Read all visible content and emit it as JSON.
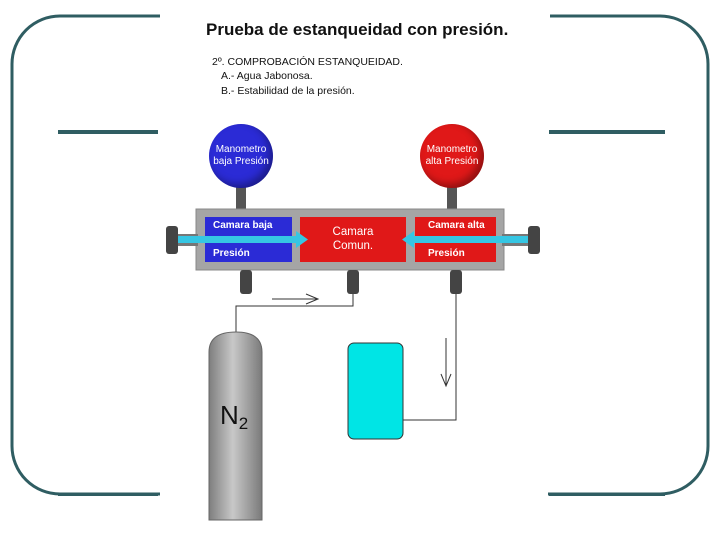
{
  "title": "Prueba de estanqueidad con presión.",
  "subtitle": {
    "heading": "2º. COMPROBACIÓN ESTANQUEIDAD.",
    "items": [
      "A.- Agua Jabonosa.",
      "B.- Estabilidad de la presión."
    ]
  },
  "gauges": {
    "low": {
      "label": "Manometro baja Presión",
      "color": "#2b2bd6"
    },
    "high": {
      "label": "Manometro alta Presión",
      "color": "#e01818"
    }
  },
  "manifold": {
    "low_top": "Camara baja",
    "low_bottom": "Presión",
    "center": "Camara Comun.",
    "high_top": "Camara alta",
    "high_bottom": "Presión"
  },
  "cylinder": {
    "symbol": "N",
    "subscript": "2"
  },
  "colors": {
    "frame": "#2f5d62",
    "manifold": "#a5a5a5",
    "low_chamber": "#2b2bd6",
    "center_chamber": "#e01818",
    "high_chamber": "#e01818",
    "flow_arrow": "#36c6e3",
    "tank": "#00e5e5",
    "cylinder": "#a0a0a0"
  }
}
